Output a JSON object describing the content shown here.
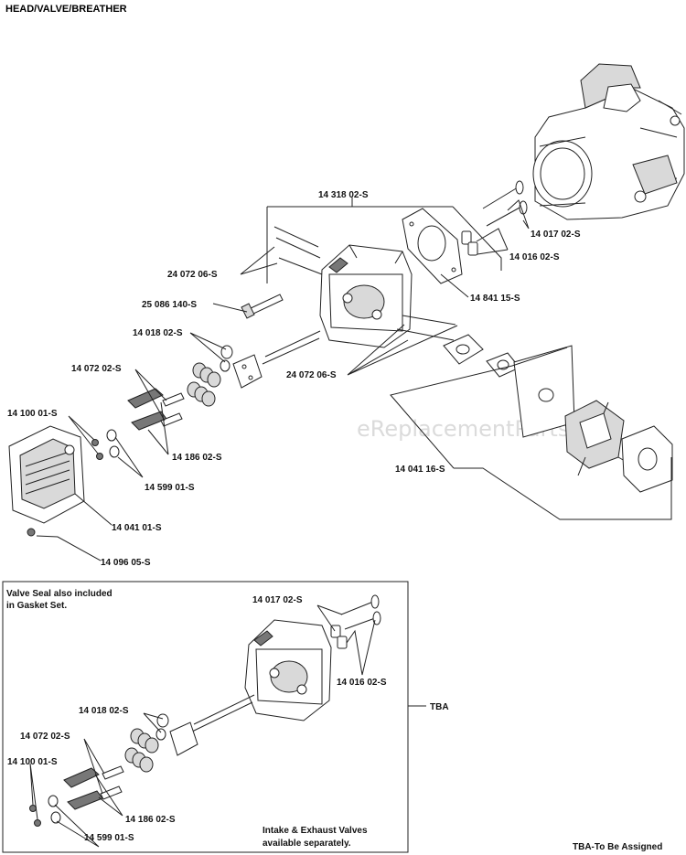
{
  "title": "HEAD/VALVE/BREATHER",
  "watermark": "eReplacementParts.com",
  "labels": {
    "p14318": "14 318 02-S",
    "p24072a": "24 072 06-S",
    "p25086": "25 086 140-S",
    "p14018": "14 018 02-S",
    "p14072": "14 072 02-S",
    "p14100": "14 100 01-S",
    "p14186": "14 186 02-S",
    "p14599": "14 599 01-S",
    "p14041b": "14 041 01-S",
    "p14096": "14 096 05-S",
    "p14017": "14 017 02-S",
    "p14016": "14 016 02-S",
    "p14841": "14 841 15-S",
    "p24072b": "24 072 06-S",
    "p14041a": "14 041 16-S"
  },
  "inset": {
    "note_line1": "Valve Seal also included",
    "note_line2": "in Gasket Set.",
    "p14017": "14 017 02-S",
    "p14016": "14 016 02-S",
    "p14018": "14 018 02-S",
    "p14072": "14 072 02-S",
    "p14100": "14 100 01-S",
    "p14186": "14 186 02-S",
    "p14599": "14 599 01-S",
    "valves_line1": "Intake & Exhaust Valves",
    "valves_line2": "available separately.",
    "tba": "TBA"
  },
  "footer": "TBA-To Be Assigned"
}
